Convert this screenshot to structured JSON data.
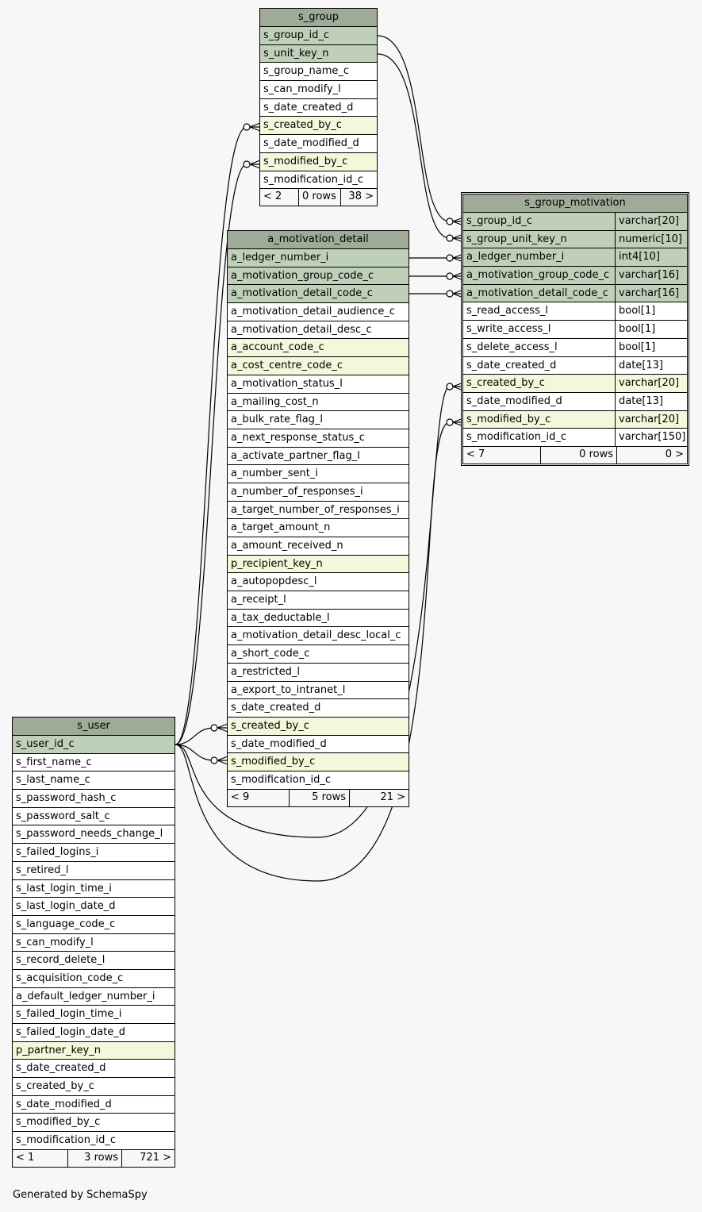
{
  "tables": {
    "s_group": {
      "title": "s_group",
      "rows": [
        {
          "name": "s_group_id_c",
          "kind": "pk"
        },
        {
          "name": "s_unit_key_n",
          "kind": "pk"
        },
        {
          "name": "s_group_name_c",
          "kind": ""
        },
        {
          "name": "s_can_modify_l",
          "kind": ""
        },
        {
          "name": "s_date_created_d",
          "kind": ""
        },
        {
          "name": "s_created_by_c",
          "kind": "fk"
        },
        {
          "name": "s_date_modified_d",
          "kind": ""
        },
        {
          "name": "s_modified_by_c",
          "kind": "fk"
        },
        {
          "name": "s_modification_id_c",
          "kind": ""
        }
      ],
      "footer": {
        "parents": "< 2",
        "rows": "0 rows",
        "children": "38 >"
      }
    },
    "s_group_motivation": {
      "title": "s_group_motivation",
      "rows": [
        {
          "name": "s_group_id_c",
          "type": "varchar[20]",
          "kind": "pk"
        },
        {
          "name": "s_group_unit_key_n",
          "type": "numeric[10]",
          "kind": "pk"
        },
        {
          "name": "a_ledger_number_i",
          "type": "int4[10]",
          "kind": "pk"
        },
        {
          "name": "a_motivation_group_code_c",
          "type": "varchar[16]",
          "kind": "pk"
        },
        {
          "name": "a_motivation_detail_code_c",
          "type": "varchar[16]",
          "kind": "pk"
        },
        {
          "name": "s_read_access_l",
          "type": "bool[1]",
          "kind": ""
        },
        {
          "name": "s_write_access_l",
          "type": "bool[1]",
          "kind": ""
        },
        {
          "name": "s_delete_access_l",
          "type": "bool[1]",
          "kind": ""
        },
        {
          "name": "s_date_created_d",
          "type": "date[13]",
          "kind": ""
        },
        {
          "name": "s_created_by_c",
          "type": "varchar[20]",
          "kind": "fk"
        },
        {
          "name": "s_date_modified_d",
          "type": "date[13]",
          "kind": ""
        },
        {
          "name": "s_modified_by_c",
          "type": "varchar[20]",
          "kind": "fk"
        },
        {
          "name": "s_modification_id_c",
          "type": "varchar[150]",
          "kind": ""
        }
      ],
      "footer": {
        "parents": "< 7",
        "rows": "0 rows",
        "children": "0 >"
      }
    },
    "a_motivation_detail": {
      "title": "a_motivation_detail",
      "rows": [
        {
          "name": "a_ledger_number_i",
          "kind": "pk"
        },
        {
          "name": "a_motivation_group_code_c",
          "kind": "pk"
        },
        {
          "name": "a_motivation_detail_code_c",
          "kind": "pk"
        },
        {
          "name": "a_motivation_detail_audience_c",
          "kind": ""
        },
        {
          "name": "a_motivation_detail_desc_c",
          "kind": ""
        },
        {
          "name": "a_account_code_c",
          "kind": "fk"
        },
        {
          "name": "a_cost_centre_code_c",
          "kind": "fk"
        },
        {
          "name": "a_motivation_status_l",
          "kind": ""
        },
        {
          "name": "a_mailing_cost_n",
          "kind": ""
        },
        {
          "name": "a_bulk_rate_flag_l",
          "kind": ""
        },
        {
          "name": "a_next_response_status_c",
          "kind": ""
        },
        {
          "name": "a_activate_partner_flag_l",
          "kind": ""
        },
        {
          "name": "a_number_sent_i",
          "kind": ""
        },
        {
          "name": "a_number_of_responses_i",
          "kind": ""
        },
        {
          "name": "a_target_number_of_responses_i",
          "kind": ""
        },
        {
          "name": "a_target_amount_n",
          "kind": ""
        },
        {
          "name": "a_amount_received_n",
          "kind": ""
        },
        {
          "name": "p_recipient_key_n",
          "kind": "fk"
        },
        {
          "name": "a_autopopdesc_l",
          "kind": ""
        },
        {
          "name": "a_receipt_l",
          "kind": ""
        },
        {
          "name": "a_tax_deductable_l",
          "kind": ""
        },
        {
          "name": "a_motivation_detail_desc_local_c",
          "kind": ""
        },
        {
          "name": "a_short_code_c",
          "kind": ""
        },
        {
          "name": "a_restricted_l",
          "kind": ""
        },
        {
          "name": "a_export_to_intranet_l",
          "kind": ""
        },
        {
          "name": "s_date_created_d",
          "kind": ""
        },
        {
          "name": "s_created_by_c",
          "kind": "fk"
        },
        {
          "name": "s_date_modified_d",
          "kind": ""
        },
        {
          "name": "s_modified_by_c",
          "kind": "fk"
        },
        {
          "name": "s_modification_id_c",
          "kind": ""
        }
      ],
      "footer": {
        "parents": "< 9",
        "rows": "5 rows",
        "children": "21 >"
      }
    },
    "s_user": {
      "title": "s_user",
      "rows": [
        {
          "name": "s_user_id_c",
          "kind": "pk"
        },
        {
          "name": "s_first_name_c",
          "kind": ""
        },
        {
          "name": "s_last_name_c",
          "kind": ""
        },
        {
          "name": "s_password_hash_c",
          "kind": ""
        },
        {
          "name": "s_password_salt_c",
          "kind": ""
        },
        {
          "name": "s_password_needs_change_l",
          "kind": ""
        },
        {
          "name": "s_failed_logins_i",
          "kind": ""
        },
        {
          "name": "s_retired_l",
          "kind": ""
        },
        {
          "name": "s_last_login_time_i",
          "kind": ""
        },
        {
          "name": "s_last_login_date_d",
          "kind": ""
        },
        {
          "name": "s_language_code_c",
          "kind": ""
        },
        {
          "name": "s_can_modify_l",
          "kind": ""
        },
        {
          "name": "s_record_delete_l",
          "kind": ""
        },
        {
          "name": "s_acquisition_code_c",
          "kind": ""
        },
        {
          "name": "a_default_ledger_number_i",
          "kind": ""
        },
        {
          "name": "s_failed_login_time_i",
          "kind": ""
        },
        {
          "name": "s_failed_login_date_d",
          "kind": ""
        },
        {
          "name": "p_partner_key_n",
          "kind": "fk"
        },
        {
          "name": "s_date_created_d",
          "kind": ""
        },
        {
          "name": "s_created_by_c",
          "kind": ""
        },
        {
          "name": "s_date_modified_d",
          "kind": ""
        },
        {
          "name": "s_modified_by_c",
          "kind": ""
        },
        {
          "name": "s_modification_id_c",
          "kind": ""
        }
      ],
      "footer": {
        "parents": "< 1",
        "rows": "3 rows",
        "children": "721 >"
      }
    }
  },
  "footer_text": "Generated by SchemaSpy",
  "colors": {
    "header": "#9eab96",
    "primary_key_row": "#bed1b8",
    "foreign_key_row": "#f4f7da",
    "column_row": "#ffffff",
    "background": "#f7f7f7"
  }
}
